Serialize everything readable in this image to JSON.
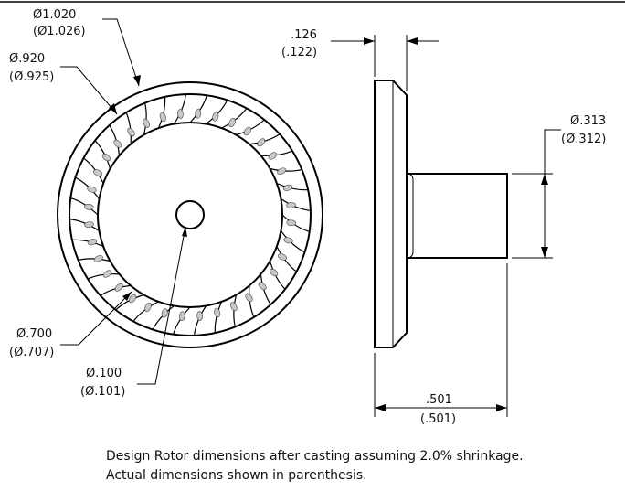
{
  "front_view": {
    "outer_diameter": {
      "design": "Ø1.020",
      "actual": "(Ø1.026)"
    },
    "blade_outer_diameter": {
      "design": "Ø.920",
      "actual": "(Ø.925)"
    },
    "blade_inner_diameter": {
      "design": "Ø.700",
      "actual": "(Ø.707)"
    },
    "bore_diameter": {
      "design": "Ø.100",
      "actual": "(Ø.101)"
    },
    "blade_count": 36
  },
  "side_view": {
    "flange_thickness": {
      "design": ".126",
      "actual": "(.122)"
    },
    "hub_diameter": {
      "design": "Ø.313",
      "actual": "(Ø.312)"
    },
    "overall_length": {
      "design": ".501",
      "actual": "(.501)"
    }
  },
  "notes": {
    "line1": "Design Rotor dimensions after casting assuming 2.0% shrinkage.",
    "line2": "Actual dimensions shown in parenthesis."
  },
  "colors": {
    "line": "#000000",
    "background": "#ffffff",
    "blade_shade": "#c8c8c8"
  }
}
